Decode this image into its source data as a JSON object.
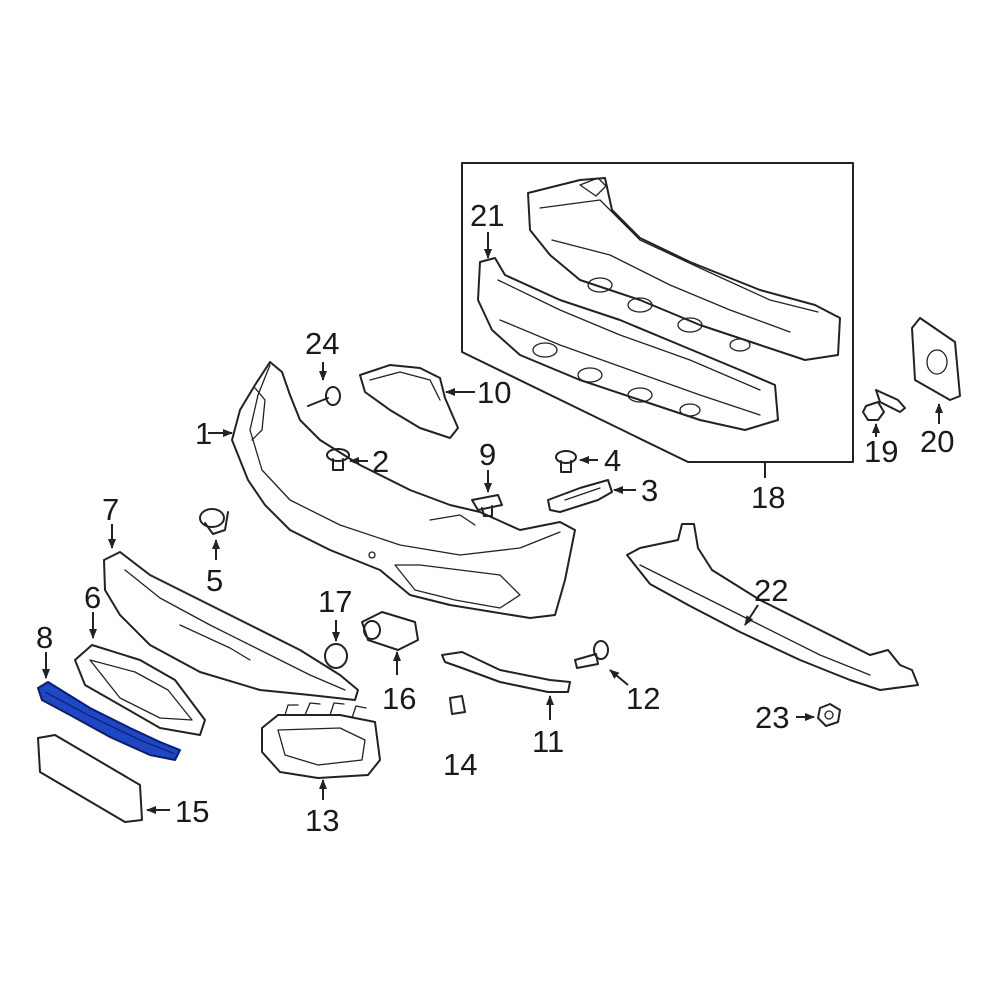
{
  "highlight_color": "#1f47c4",
  "callouts": {
    "c1": "1",
    "c2": "2",
    "c3": "3",
    "c4": "4",
    "c5": "5",
    "c6": "6",
    "c7": "7",
    "c8": "8",
    "c9": "9",
    "c10": "10",
    "c11": "11",
    "c12": "12",
    "c13": "13",
    "c14": "14",
    "c15": "15",
    "c16": "16",
    "c17": "17",
    "c18": "18",
    "c19": "19",
    "c20": "20",
    "c21": "21",
    "c22": "22",
    "c23": "23",
    "c24": "24"
  }
}
